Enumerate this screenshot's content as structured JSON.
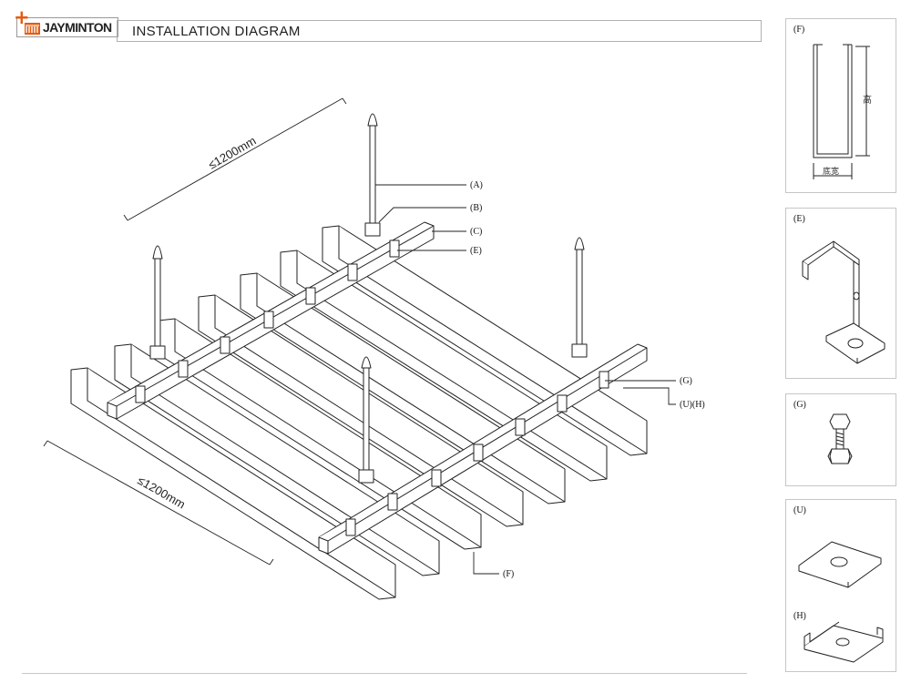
{
  "header": {
    "brand": "JAYMINTON",
    "title": "INSTALLATION DIAGRAM"
  },
  "diagram": {
    "dimension_top": "≤1200mm",
    "dimension_bottom": "≤1200mm",
    "callouts": {
      "a": "(A)",
      "b": "(B)",
      "c": "(C)",
      "e": "(E)",
      "g": "(G)",
      "uh": "(U)(H)",
      "f": "(F)"
    }
  },
  "panels": {
    "f": {
      "label": "(F)",
      "height_label": "高",
      "width_label": "底宽"
    },
    "e": {
      "label": "(E)"
    },
    "g": {
      "label": "(G)"
    },
    "uh": {
      "label_u": "(U)",
      "label_h": "(H)"
    }
  },
  "colors": {
    "logo_accent": "#e35b11",
    "line": "#222222"
  }
}
